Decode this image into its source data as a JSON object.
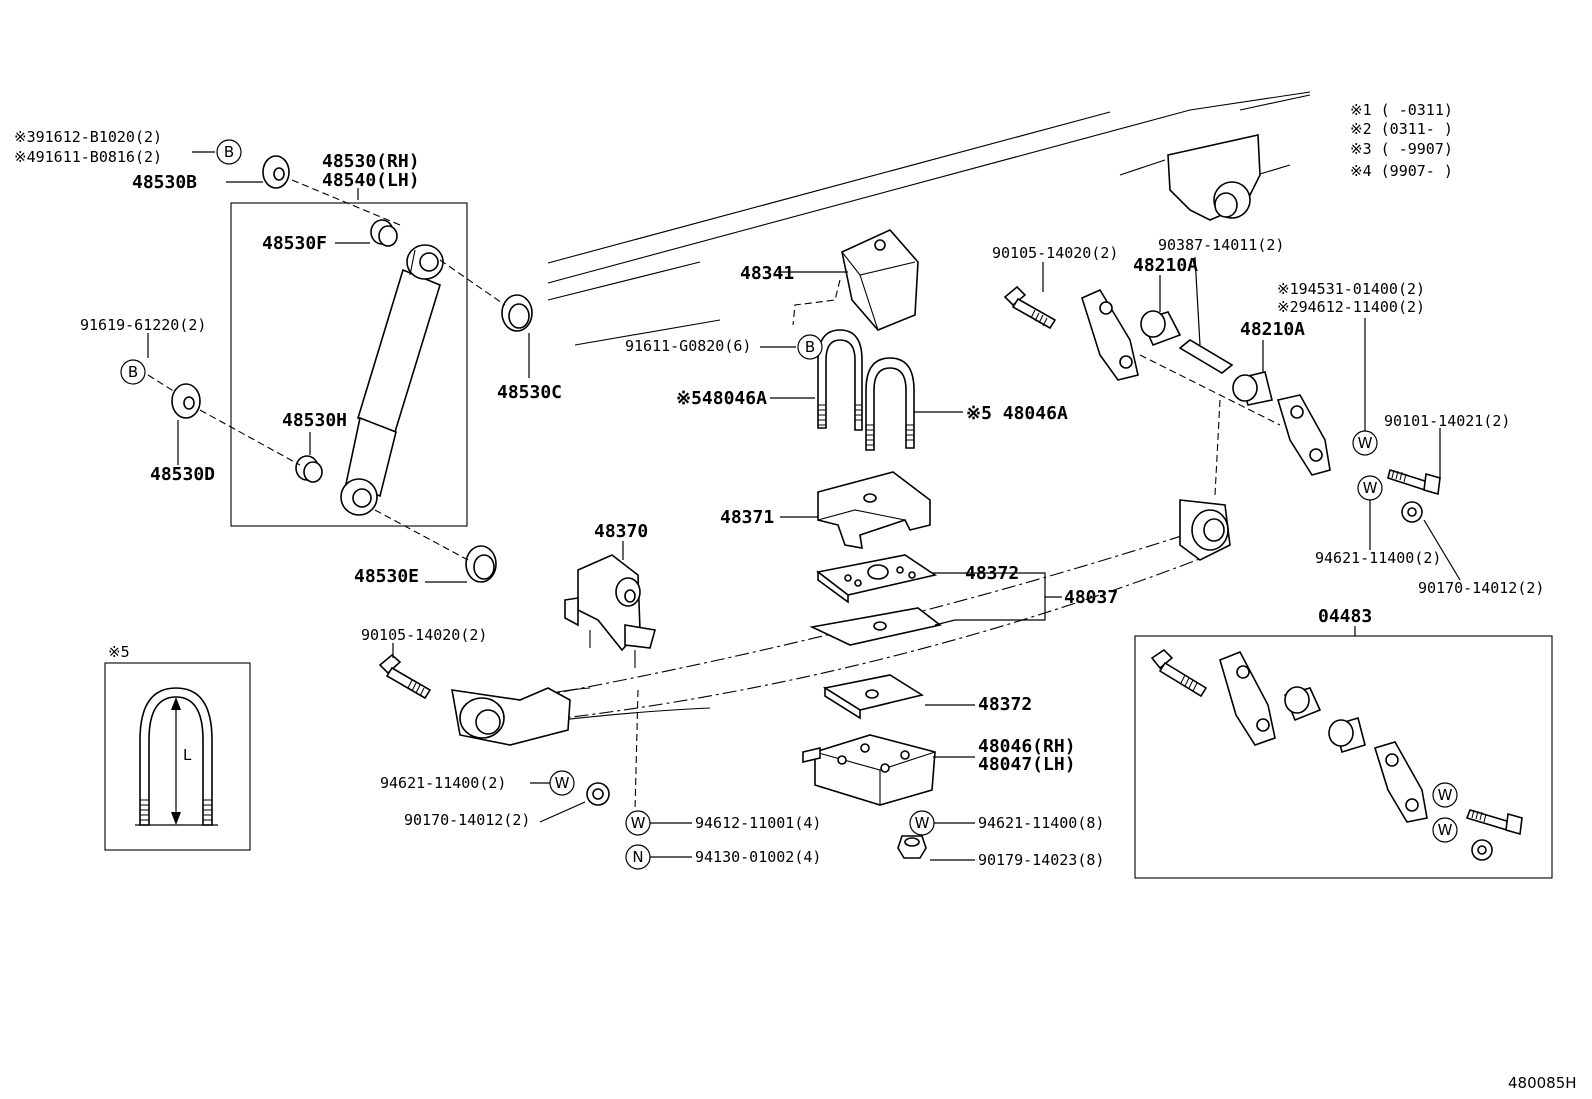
{
  "legend": {
    "line1": "※1 (       -0311)",
    "line2": "※2 (0311-       )",
    "line3": "※3 (     -9907)",
    "line4": "※4 (9907-     )"
  },
  "labels": {
    "p91612": "※391612-B1020(2)",
    "p91611": "※491611-B0816(2)",
    "p48530B": "48530B",
    "p48530RH": "48530(RH)",
    "p48540LH": "48540(LH)",
    "p48530F": "48530F",
    "p91619": "91619-61220(2)",
    "p48530H": "48530H",
    "p48530D": "48530D",
    "p48530C": "48530C",
    "p48530E": "48530E",
    "p48341": "48341",
    "p91611G": "91611-G0820(6)",
    "p48046A_l": "※548046A",
    "p48046A_r": "※5 48046A",
    "p48371": "48371",
    "p48370": "48370",
    "p48372a": "48372",
    "p48037": "48037",
    "p48372b": "48372",
    "p48046RH": "48046(RH)",
    "p48047LH": "48047(LH)",
    "p90105a": "90105-14020(2)",
    "p94621a": "94621-11400(2)",
    "p90170a": "90170-14012(2)",
    "p94612": "94612-11001(4)",
    "p94130": "94130-01002(4)",
    "p94621c": "94621-11400(8)",
    "p90179": "90179-14023(8)",
    "p90105b": "90105-14020(2)",
    "p90387": "90387-14011(2)",
    "p48210A_a": "48210A",
    "p48210A_b": "48210A",
    "p94531": "※194531-01400(2)",
    "p94612b": "※294612-11400(2)",
    "p90101": "90101-14021(2)",
    "p94621b": "94621-11400(2)",
    "p90170b": "90170-14012(2)",
    "p04483": "04483",
    "inset5": "※5",
    "dimL": "L",
    "footer": "480085H"
  },
  "symbols": {
    "B": "B",
    "W": "W",
    "N": "N"
  }
}
